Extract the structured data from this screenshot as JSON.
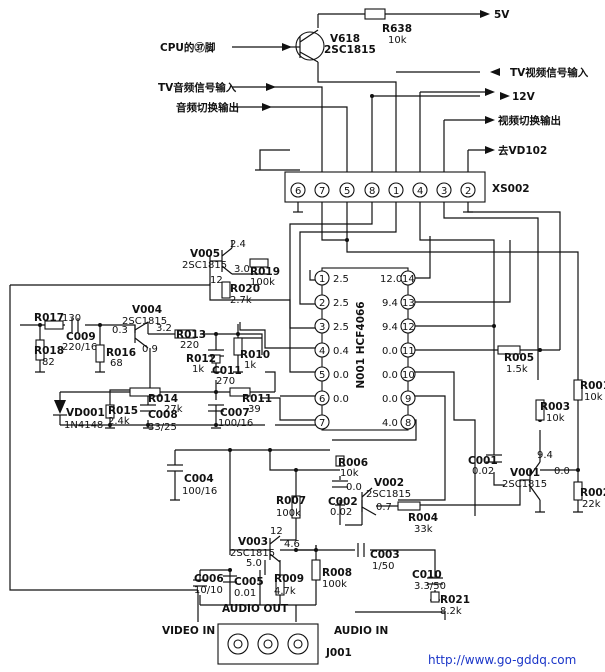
{
  "labels": {
    "supply_5v": "5V",
    "r638": {
      "ref": "R638",
      "val": "10k"
    },
    "cpu_pin": "CPU的㊲脚",
    "v618": {
      "ref": "V618",
      "type": "2SC1815"
    },
    "tv_audio_in": "TV音频信号输入",
    "tv_video_in": "TV视频信号输入",
    "supply_12v": "12V",
    "audio_switch_out": "音频切换输出",
    "video_switch_out": "视频切换输出",
    "to_vd102": "去VD102",
    "xs002": "XS002",
    "xs_pins": [
      "6",
      "7",
      "5",
      "8",
      "1",
      "4",
      "3",
      "2"
    ],
    "ic_name": "N001 HCF4066",
    "ic_left_pins": [
      "1",
      "2",
      "3",
      "4",
      "5",
      "6",
      "7"
    ],
    "ic_left_volts": [
      "2.5",
      "2.5",
      "2.5",
      "0.4",
      "0.0",
      "0.0",
      ""
    ],
    "ic_right_pins": [
      "14",
      "13",
      "12",
      "11",
      "10",
      "9",
      "8"
    ],
    "ic_right_volts": [
      "12.0",
      "9.4",
      "9.4",
      "0.0",
      "0.0",
      "0.0",
      "4.0"
    ],
    "v005": {
      "ref": "V005",
      "type": "2SC1815",
      "vc": "2.4",
      "vb": "12",
      "ve": "3.0"
    },
    "r019": {
      "ref": "R019",
      "val": "100k"
    },
    "r020": {
      "ref": "R020",
      "val": "2.7k"
    },
    "r017": {
      "ref": "R017",
      "val": "130"
    },
    "c009": {
      "ref": "C009",
      "val": "220/16"
    },
    "v004": {
      "ref": "V004",
      "type": "2SC1815",
      "vb": "0.3",
      "ve": "0.9",
      "vc": "3.2"
    },
    "r013": {
      "ref": "R013",
      "val": "220"
    },
    "r018": {
      "ref": "R018",
      "val": "82"
    },
    "r016": {
      "ref": "R016",
      "val": "68"
    },
    "r012": {
      "ref": "R012",
      "val": "1k"
    },
    "r010": {
      "ref": "R010",
      "val": "1k"
    },
    "c011": {
      "ref": "C011",
      "val": "270"
    },
    "r014": {
      "ref": "R014",
      "val": "27k"
    },
    "r011": {
      "ref": "R011",
      "val": "39"
    },
    "vd001": {
      "ref": "VD001",
      "type": "1N4148"
    },
    "r015": {
      "ref": "R015",
      "val": "2.4k"
    },
    "c008": {
      "ref": "C008",
      "val": "33/25"
    },
    "c007": {
      "ref": "C007",
      "val": "100/16"
    },
    "r005": {
      "ref": "R005",
      "val": "1.5k"
    },
    "r003": {
      "ref": "R003",
      "val": "10k"
    },
    "r001": {
      "ref": "R001",
      "val": "10k"
    },
    "c004": {
      "ref": "C004",
      "val": "100/16"
    },
    "r006": {
      "ref": "R006",
      "val": "10k"
    },
    "v002": {
      "ref": "V002",
      "type": "2SC1815",
      "vb": "0.0",
      "vc": "0.7"
    },
    "c002": {
      "ref": "C002",
      "val": "0.02"
    },
    "c001": {
      "ref": "C001",
      "val": "0.02"
    },
    "v001": {
      "ref": "V001",
      "type": "2SC1815",
      "vc": "9.4",
      "vb": "0.0"
    },
    "r002": {
      "ref": "R002",
      "val": "22k"
    },
    "r007": {
      "ref": "R007",
      "val": "100k"
    },
    "r004": {
      "ref": "R004",
      "val": "33k"
    },
    "v003": {
      "ref": "V003",
      "type": "2SC1815",
      "vc": "12",
      "ve": "4.6",
      "vb": "5.0"
    },
    "c003": {
      "ref": "C003",
      "val": "1/50"
    },
    "c006": {
      "ref": "C006",
      "val": "10/10"
    },
    "c005": {
      "ref": "C005",
      "val": "0.01"
    },
    "r009": {
      "ref": "R009",
      "val": "4.7k"
    },
    "r008": {
      "ref": "R008",
      "val": "100k"
    },
    "c010": {
      "ref": "C010",
      "val": "3.3/50"
    },
    "r021": {
      "ref": "R021",
      "val": "8.2k"
    },
    "audio_out": "AUDIO   OUT",
    "video_in": "VIDEO  IN",
    "audio_in": "AUDIO     IN",
    "j001": "J001",
    "url": "http://www.go-gddq.com"
  }
}
